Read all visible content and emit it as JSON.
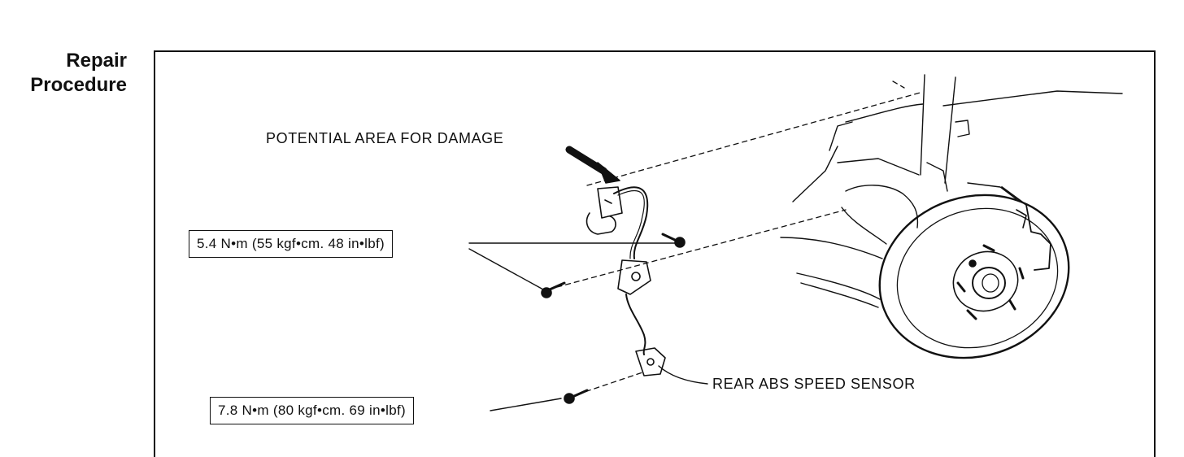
{
  "heading": {
    "line1": "Repair",
    "line2": "Procedure"
  },
  "figure": {
    "labels": {
      "damage": "POTENTIAL AREA FOR DAMAGE",
      "sensor": "REAR ABS SPEED SENSOR"
    },
    "torque_specs": [
      "5.4 N•m (55 kgf•cm. 48 in•lbf)",
      "7.8 N•m (80 kgf•cm. 69 in•lbf)"
    ]
  }
}
